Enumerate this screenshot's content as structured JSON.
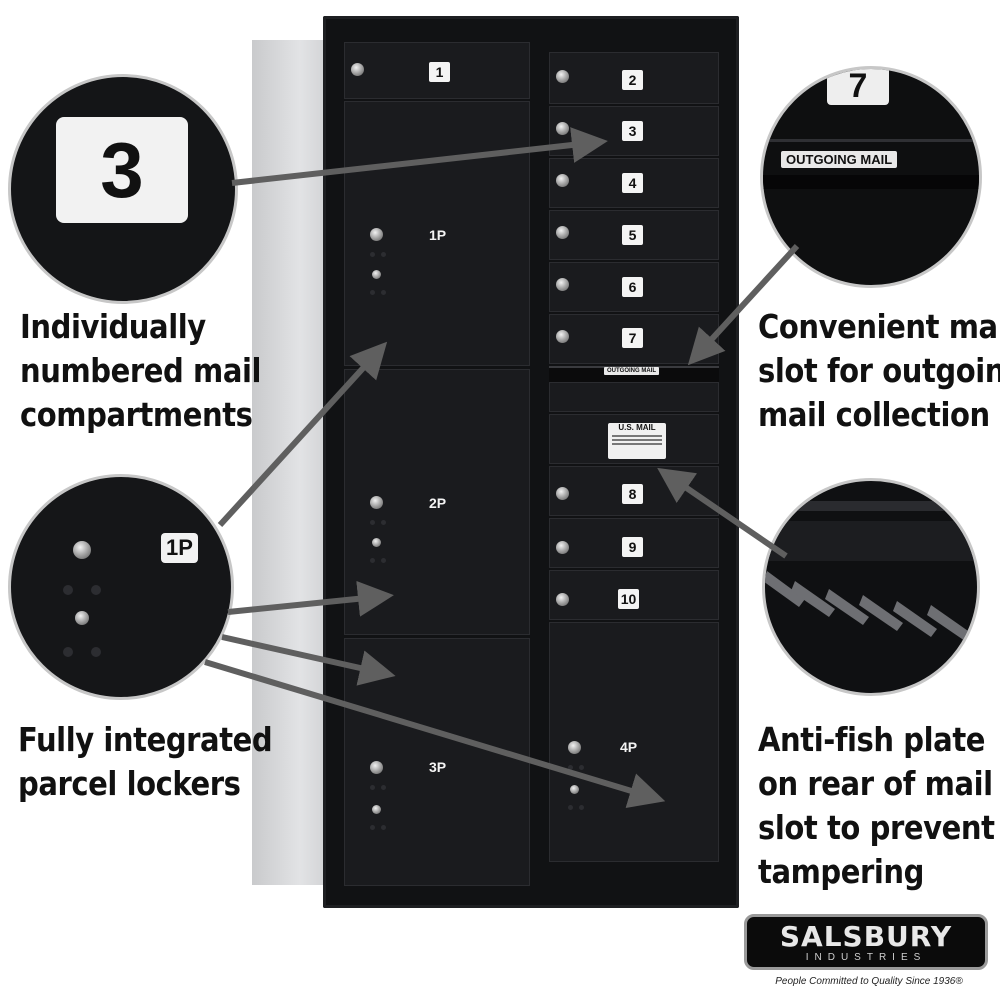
{
  "compartments": {
    "numbers": [
      "1",
      "2",
      "3",
      "4",
      "5",
      "6",
      "7",
      "8",
      "9",
      "10"
    ],
    "parcel_lockers": [
      "1P",
      "2P",
      "3P",
      "4P"
    ],
    "outgoing_slot_label": "OUTGOING MAIL",
    "usmail_label": "U.S. MAIL"
  },
  "callouts": {
    "numbered": {
      "zoom_number": "3",
      "caption": [
        "Individually",
        "numbered mail",
        "compartments"
      ]
    },
    "outgoing": {
      "zoom_number": "7",
      "zoom_label": "OUTGOING MAIL",
      "caption": [
        "Convenient mail",
        "slot for outgoing",
        "mail collection"
      ]
    },
    "parcel": {
      "zoom_number": "1P",
      "caption": [
        "Fully integrated",
        "parcel lockers"
      ]
    },
    "antifish": {
      "caption": [
        "Anti-fish plate",
        "on rear of mail",
        "slot to prevent",
        "tampering"
      ]
    }
  },
  "brand": {
    "name": "SALSBURY",
    "sub": "INDUSTRIES",
    "tagline": "People Committed to Quality Since 1936®"
  },
  "colors": {
    "cabinet": "#111214",
    "panel": "#d4d5d7",
    "arrow": "#5f5f5f",
    "plate": "#f4f4f4"
  }
}
